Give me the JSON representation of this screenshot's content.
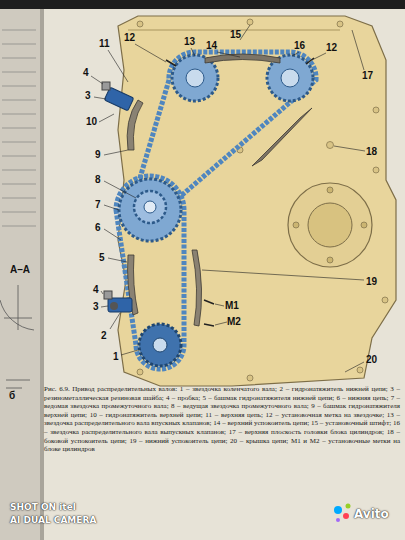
{
  "diagram": {
    "caption": "Рис. 6.9. Привод распределительных валов: 1 – звездочка коленчатого вала; 2 – гидронатяжитель нижней цепи; 3 – резинометаллическая резиновая шайба; 4 – пробка; 5 – башмак гидронатяжителя нижней цепи; 6 – нижняя цепь; 7 – ведомая звездочка промежуточного вала; 8 – ведущая звездочка промежуточного вала; 9 – башмак гидронатяжителя верхней цепи; 10 – гидронатяжитель верхней цепи; 11 – верхняя цепь; 12 – установочная метка на звездочке; 13 – звездочка распределительного вала впускных клапанов; 14 – верхний успокоитель цепи; 15 – установочный штифт; 16 – звездочка распределительного вала выпускных клапанов; 17 – верхняя плоскость головки блока цилиндров; 18 – боковой успокоитель цепи; 19 – нижний успокоитель цепи; 20 – крышка цепи; M1 и M2 – установочные метки на блоке цилиндров",
    "labels": [
      "11",
      "12",
      "13",
      "14",
      "15",
      "16",
      "12",
      "4",
      "3",
      "10",
      "17",
      "18",
      "9",
      "8",
      "7",
      "6",
      "5",
      "4",
      "3",
      "2",
      "M1",
      "M2",
      "19",
      "1",
      "20",
      "А–А",
      "б",
      "SHOT ON itel",
      "AI DUAL CAMERA",
      "Avito"
    ]
  }
}
